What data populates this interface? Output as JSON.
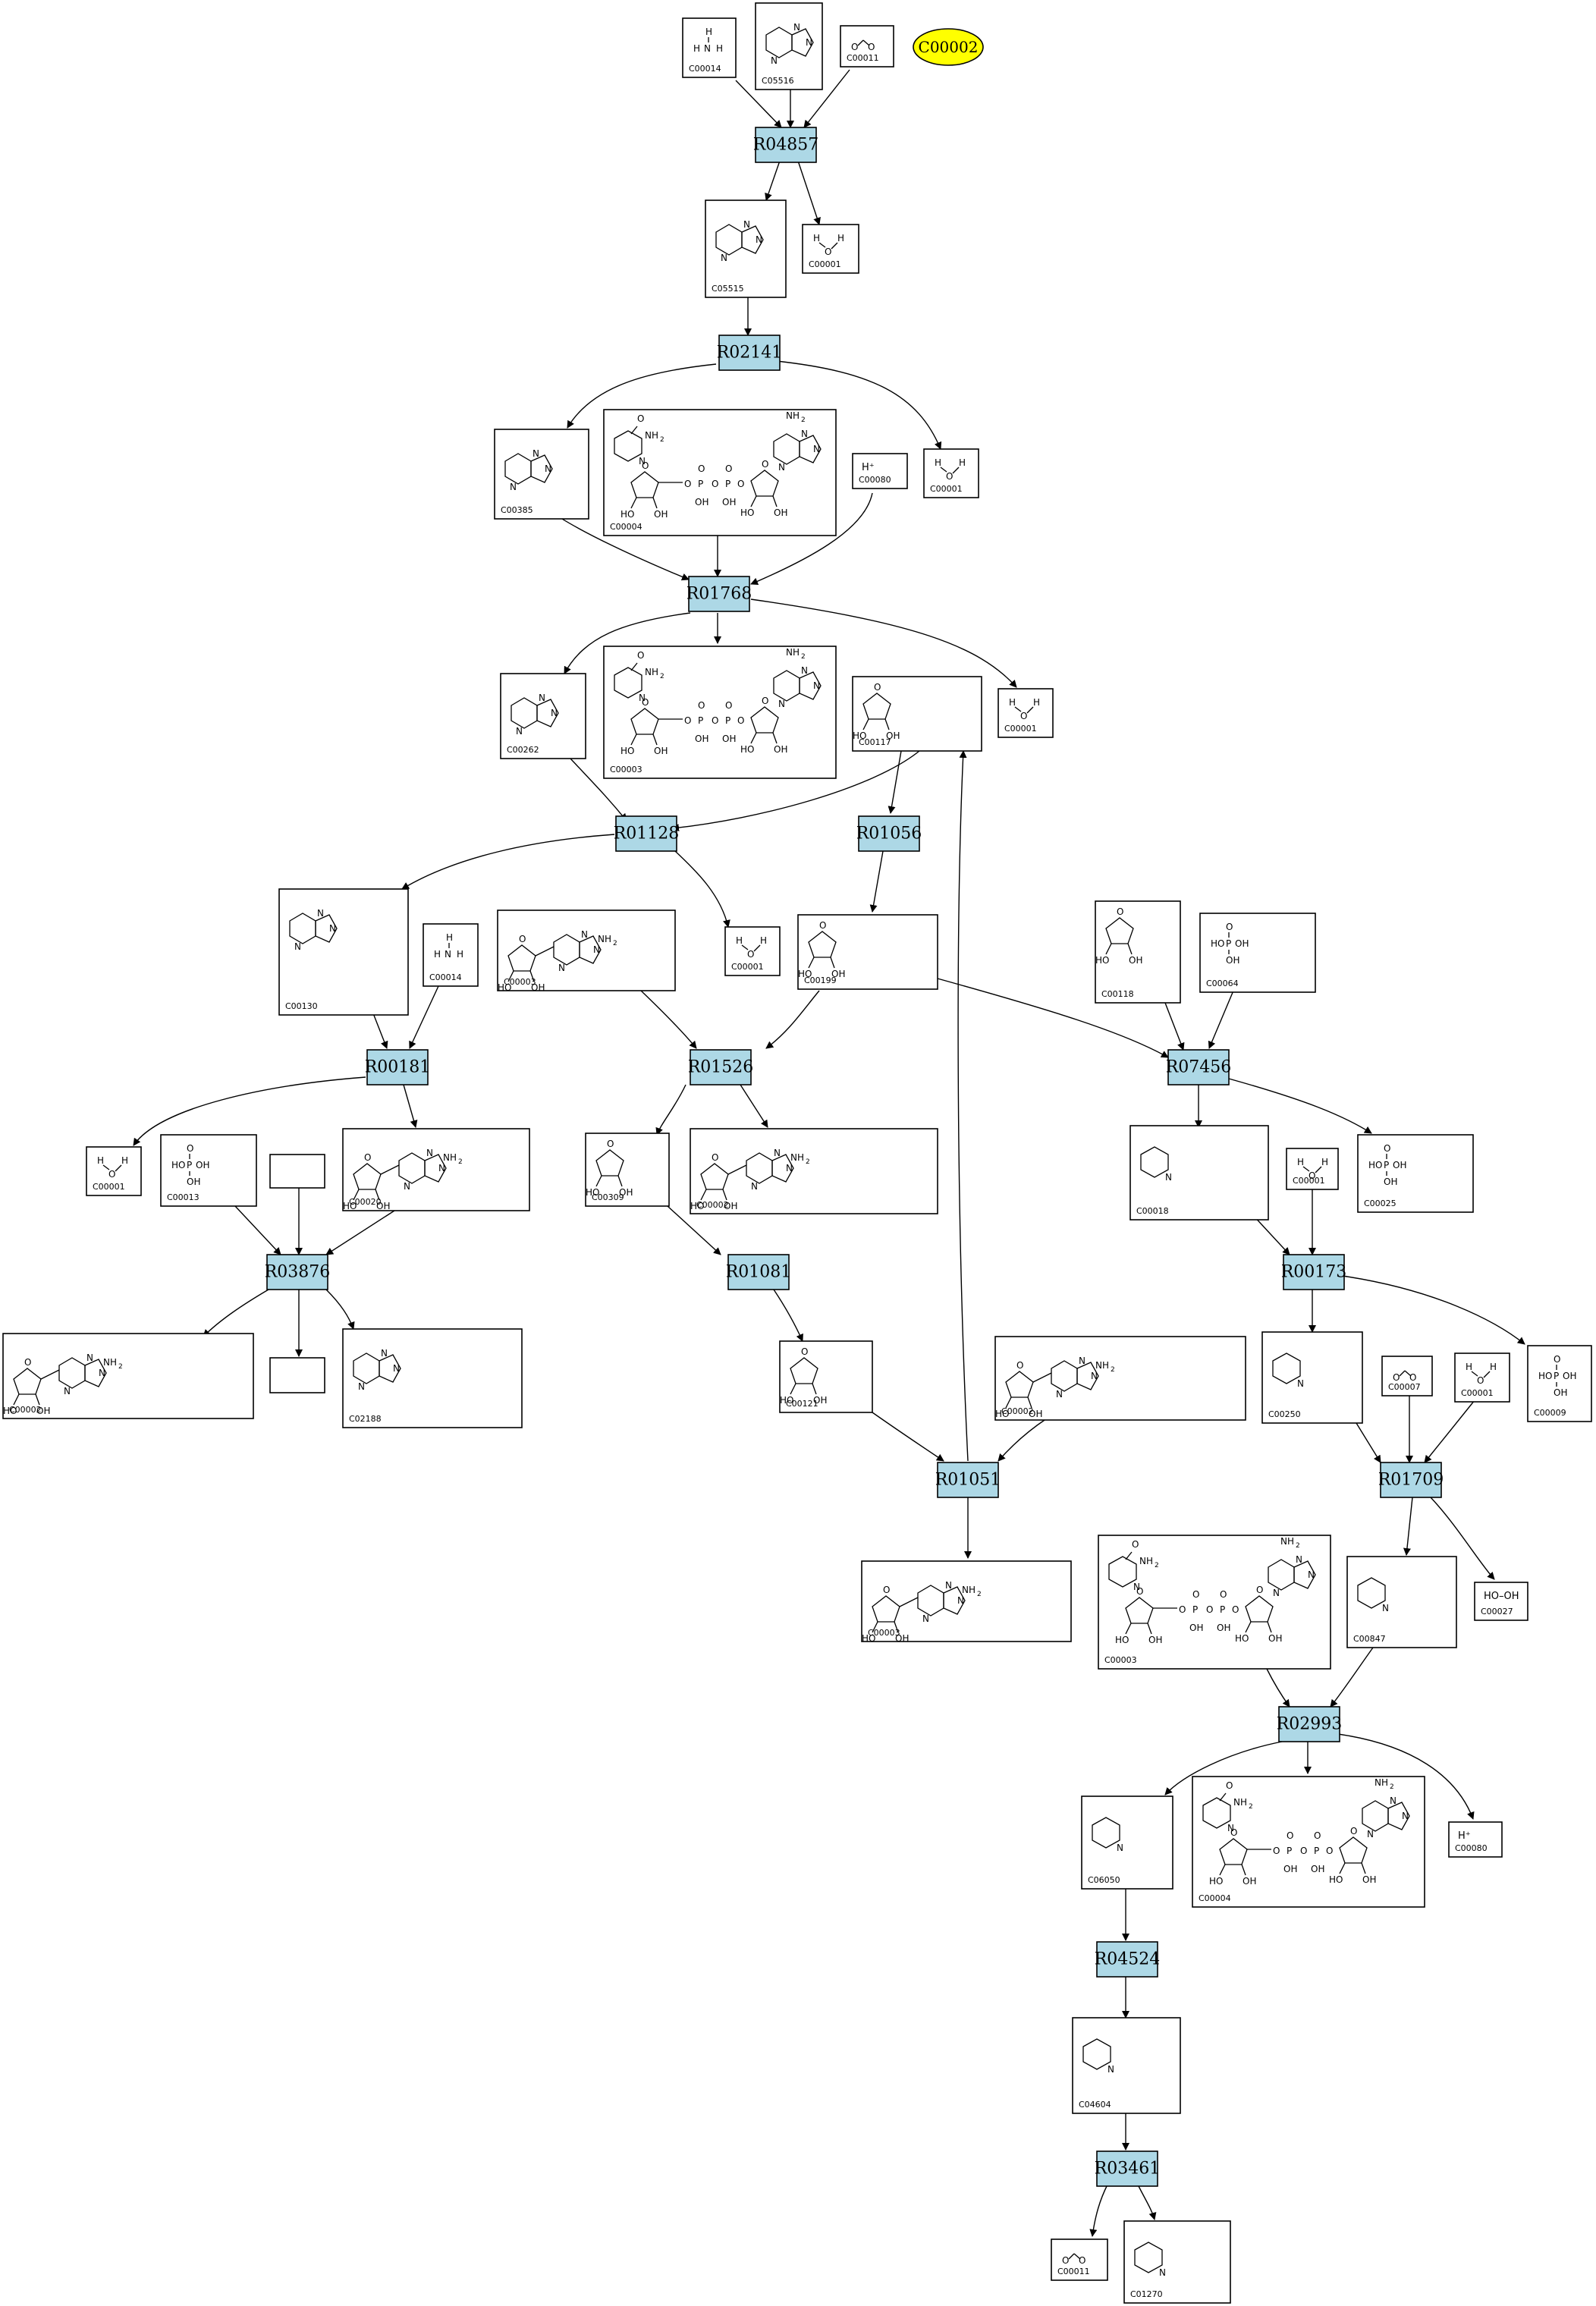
{
  "highlight": {
    "label": "C00002",
    "color": "#ffff00"
  },
  "reaction_color": "#add8e6",
  "reactions": [
    "R04857",
    "R02141",
    "R01768",
    "R01128",
    "R01056",
    "R00181",
    "R01526",
    "R07456",
    "R03876",
    "R01081",
    "R00173",
    "R01051",
    "R01709",
    "R02993",
    "R04524",
    "R03461"
  ],
  "compounds": [
    "C00014",
    "C05516",
    "C00011",
    "C05515",
    "C00001",
    "C00385",
    "C00004",
    "C00080",
    "C00262",
    "C00003",
    "C00117",
    "C00130",
    "C00199",
    "C00118",
    "C00064",
    "C00013",
    "C00020",
    "C00309",
    "C00002",
    "C00018",
    "C00025",
    "C02188",
    "C00121",
    "C00250",
    "C00007",
    "C00009",
    "C00847",
    "C00027",
    "C06050",
    "C04604",
    "C01270"
  ]
}
